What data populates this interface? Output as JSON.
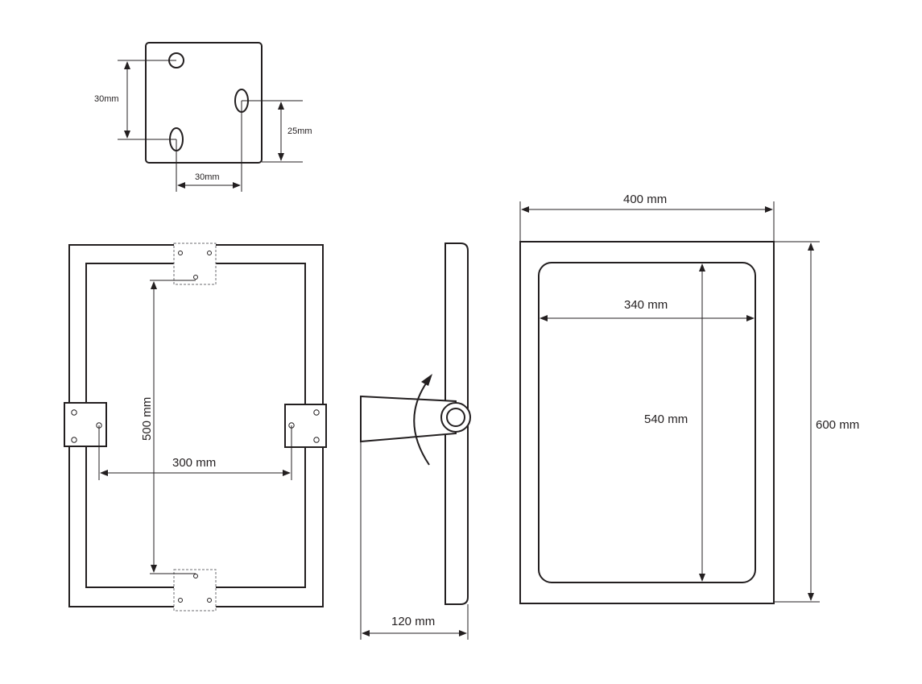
{
  "dimensions": {
    "plate_vertical": "30mm",
    "plate_right": "25mm",
    "plate_horizontal": "30mm",
    "bracket_vertical": "500 mm",
    "bracket_horizontal": "300 mm",
    "depth": "120 mm",
    "outer_width": "400 mm",
    "inner_width": "340 mm",
    "inner_height": "540 mm",
    "outer_height": "600 mm"
  }
}
